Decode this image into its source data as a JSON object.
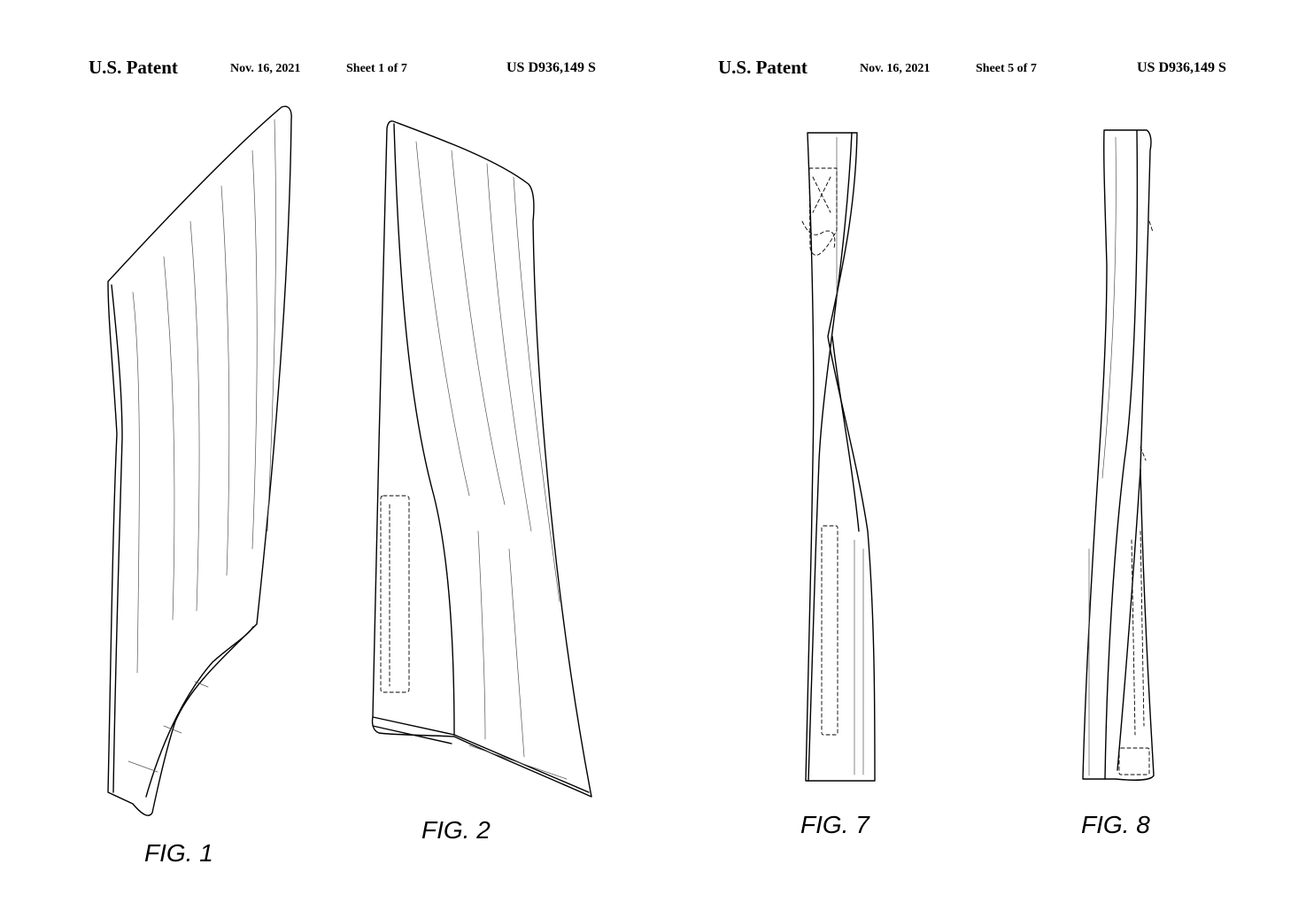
{
  "left_sheet": {
    "title": "U.S. Patent",
    "date": "Nov. 16, 2021",
    "sheet": "Sheet 1 of 7",
    "patent_number": "US D936,149 S",
    "figures": [
      "FIG. 1",
      "FIG. 2"
    ]
  },
  "right_sheet": {
    "title": "U.S. Patent",
    "date": "Nov. 16, 2021",
    "sheet": "Sheet 5 of 7",
    "patent_number": "US D936,149 S",
    "figures": [
      "FIG. 7",
      "FIG. 8"
    ]
  }
}
